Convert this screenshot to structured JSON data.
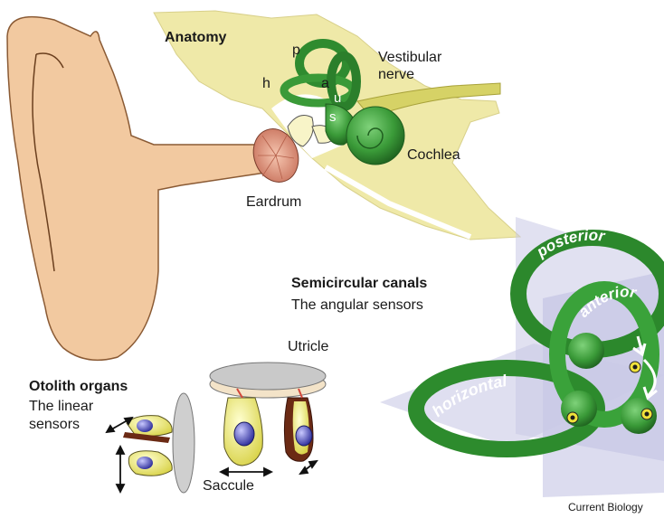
{
  "anatomy": {
    "title": "Anatomy",
    "canal_letters": {
      "p": "p",
      "h": "h",
      "a": "a",
      "u": "u",
      "s": "s"
    },
    "vestibular_nerve_line1": "Vestibular",
    "vestibular_nerve_line2": "nerve",
    "cochlea": "Cochlea",
    "eardrum": "Eardrum"
  },
  "semicircular": {
    "title": "Semicircular canals",
    "subtitle": "The angular sensors",
    "canals": {
      "posterior": "posterior",
      "anterior": "anterior",
      "horizontal": "horizontal"
    }
  },
  "otolith": {
    "title": "Otolith organs",
    "subtitle_line1": "The linear",
    "subtitle_line2": "sensors",
    "utricle": "Utricle",
    "saccule": "Saccule"
  },
  "credit": "Current Biology",
  "colors": {
    "bone": "#efe9a8",
    "skin": "#f2c9a0",
    "canal_green": "#3c9a3c",
    "canal_dark": "#1f6a1f",
    "plane": "#c9c9e6"
  }
}
